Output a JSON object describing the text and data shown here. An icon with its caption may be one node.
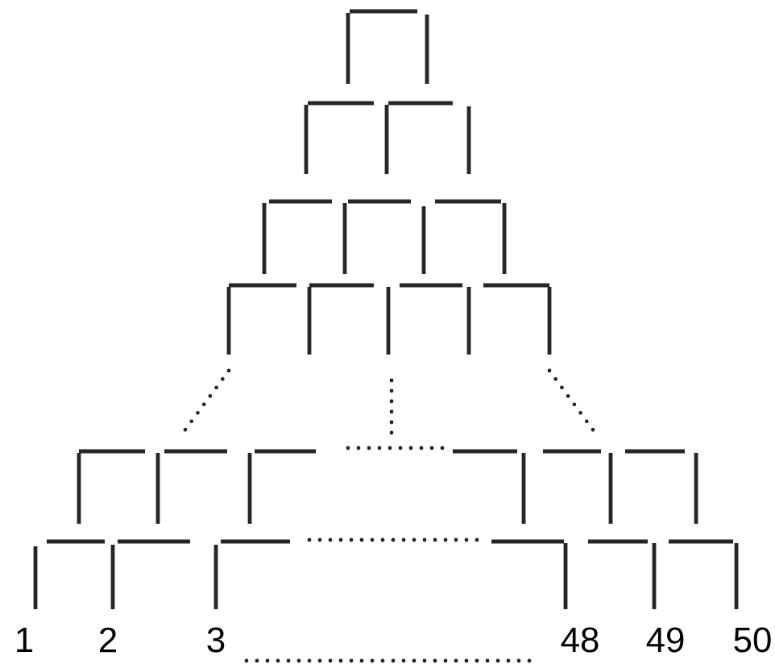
{
  "diagram": {
    "labels": [
      "1",
      "2",
      "3",
      "48",
      "49",
      "50"
    ]
  }
}
